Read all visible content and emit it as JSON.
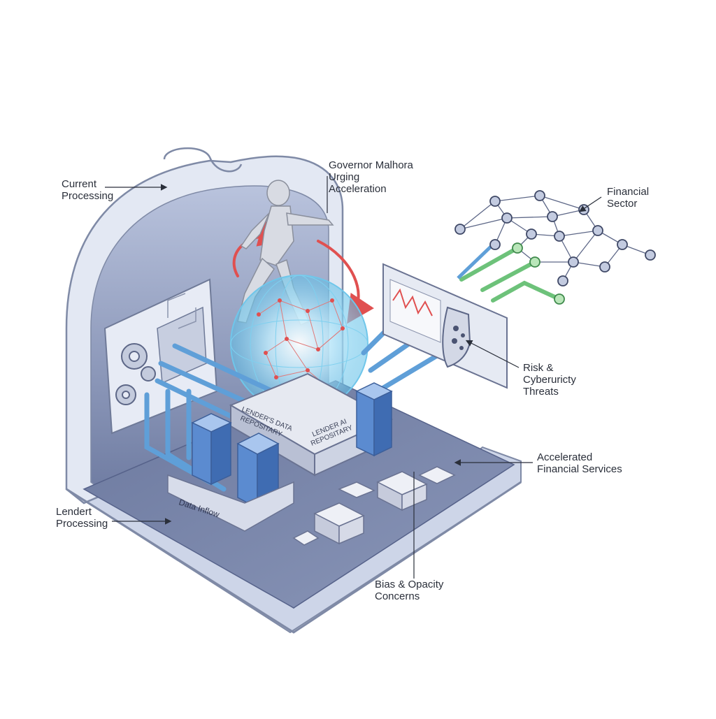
{
  "labels": {
    "current_processing": [
      "Current",
      "Processing"
    ],
    "governor": [
      "Governor Malhora",
      "Urging",
      "Acceleration"
    ],
    "financial_sector": [
      "Financial",
      "Sector"
    ],
    "risk": [
      "Risk &",
      "Cyberuricty",
      "Threats"
    ],
    "accelerated": [
      "Accelerated",
      "Financial Services"
    ],
    "lendert": [
      "Lendert",
      "Processing"
    ],
    "bias": [
      "Bias & Opacity",
      "Concerns"
    ]
  },
  "blocks": {
    "repository_left": [
      "LENDER'S DATA",
      "REPOSITARY"
    ],
    "repository_right": [
      "LENDER AI",
      "REPOSITARY"
    ],
    "data_inflow": "Data Inflow"
  },
  "colors": {
    "shell": "#e3e8f3",
    "shell_edge": "#7f8aa6",
    "interior": "#5f6d95",
    "pipe_blue": "#5f9fd8",
    "pipe_green": "#6dc27a",
    "arrow_red": "#e05050",
    "sphere": "#8fd7f3",
    "server": "#5b8bd0"
  },
  "icons": [
    "gear-icon",
    "shield-icon",
    "human-figure-icon",
    "network-node-icon"
  ]
}
